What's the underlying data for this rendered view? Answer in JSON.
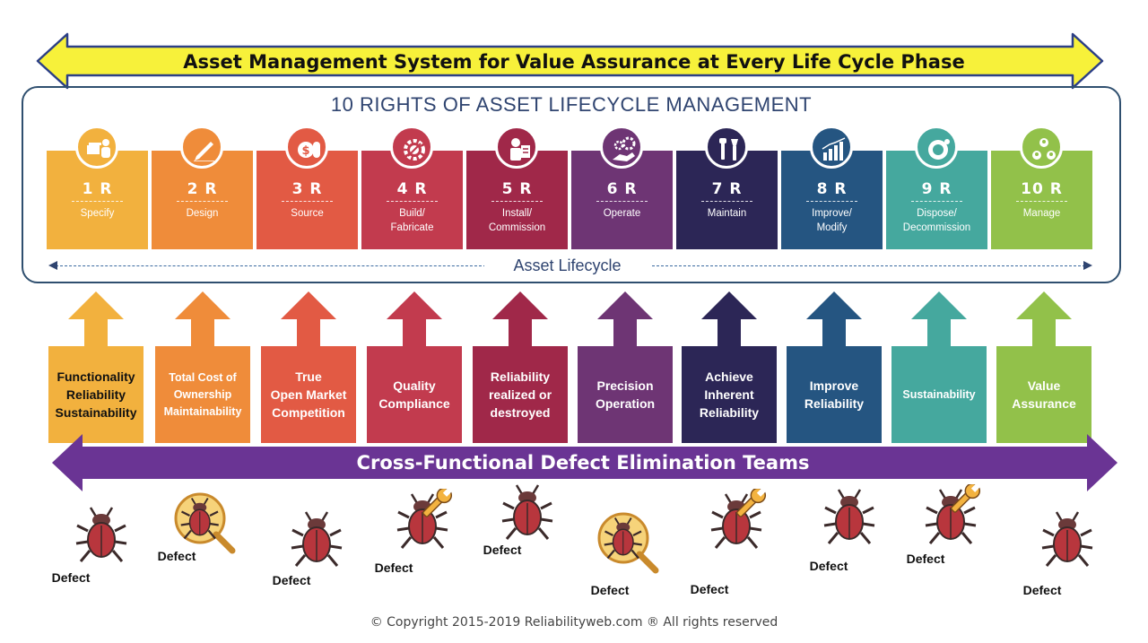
{
  "header": {
    "banner_title": "Asset Management System for Value Assurance at Every Life Cycle Phase",
    "frame_title": "10 RIGHTS OF ASSET LIFECYCLE MANAGEMENT",
    "lifecycle_label": "Asset Lifecycle"
  },
  "phases": [
    {
      "code": "1 R",
      "label": "Specify",
      "color": "#f2b13e",
      "icon": "documents-person-icon"
    },
    {
      "code": "2 R",
      "label": "Design",
      "color": "#ef8c3a",
      "icon": "pencil-icon"
    },
    {
      "code": "3 R",
      "label": "Source",
      "color": "#e25a44",
      "icon": "coins-icon"
    },
    {
      "code": "4 R",
      "label": "Build/\nFabricate",
      "color": "#c23b4e",
      "icon": "gear-wrench-icon"
    },
    {
      "code": "5 R",
      "label": "Install/\nCommission",
      "color": "#a02849",
      "icon": "worker-clipboard-icon"
    },
    {
      "code": "6 R",
      "label": "Operate",
      "color": "#6e3574",
      "icon": "gears-hand-icon"
    },
    {
      "code": "7 R",
      "label": "Maintain",
      "color": "#2c2656",
      "icon": "tools-icon"
    },
    {
      "code": "8 R",
      "label": "Improve/\nModify",
      "color": "#255581",
      "icon": "bar-chart-growth-icon"
    },
    {
      "code": "9 R",
      "label": "Dispose/\nDecommission",
      "color": "#45a89e",
      "icon": "disposal-icon"
    },
    {
      "code": "10 R",
      "label": "Manage",
      "color": "#92c14a",
      "icon": "team-network-icon"
    }
  ],
  "values": [
    {
      "text": "Functionality\nReliability\nSustainability",
      "color": "#f2b13e",
      "text_color": "#111111",
      "small": false
    },
    {
      "text": "Total Cost of\nOwnership\nMaintainability",
      "color": "#ef8c3a",
      "text_color": "#ffffff",
      "small": true
    },
    {
      "text": "True\nOpen Market\nCompetition",
      "color": "#e25a44",
      "text_color": "#ffffff",
      "small": false
    },
    {
      "text": "Quality\nCompliance",
      "color": "#c23b4e",
      "text_color": "#ffffff",
      "small": false
    },
    {
      "text": "Reliability\nrealized or\ndestroyed",
      "color": "#a02849",
      "text_color": "#ffffff",
      "small": false
    },
    {
      "text": "Precision\nOperation",
      "color": "#6e3574",
      "text_color": "#ffffff",
      "small": false
    },
    {
      "text": "Achieve\nInherent\nReliability",
      "color": "#2c2656",
      "text_color": "#ffffff",
      "small": false
    },
    {
      "text": "Improve\nReliability",
      "color": "#255581",
      "text_color": "#ffffff",
      "small": false
    },
    {
      "text": "Sustainability",
      "color": "#45a89e",
      "text_color": "#ffffff",
      "small": true
    },
    {
      "text": "Value\nAssurance",
      "color": "#92c14a",
      "text_color": "#ffffff",
      "small": false
    }
  ],
  "teams": {
    "label": "Cross-Functional Defect Elimination Teams",
    "color": "#6a3494"
  },
  "defects": [
    {
      "label": "Defect",
      "variant": "bug"
    },
    {
      "label": "Defect",
      "variant": "magnifier"
    },
    {
      "label": "Defect",
      "variant": "bug"
    },
    {
      "label": "Defect",
      "variant": "wrench"
    },
    {
      "label": "Defect",
      "variant": "bug"
    },
    {
      "label": "Defect",
      "variant": "magnifier"
    },
    {
      "label": "Defect",
      "variant": "wrench"
    },
    {
      "label": "Defect",
      "variant": "bug"
    },
    {
      "label": "Defect",
      "variant": "wrench"
    },
    {
      "label": "Defect",
      "variant": "bug"
    }
  ],
  "footer": {
    "copyright": "© Copyright 2015-2019 Reliabilityweb.com ® All rights reserved"
  },
  "colors": {
    "banner_fill": "#f7f13a",
    "banner_outline": "#2c3f86",
    "frame_border": "#2f4f6f",
    "bug_body": "#b8363d"
  }
}
